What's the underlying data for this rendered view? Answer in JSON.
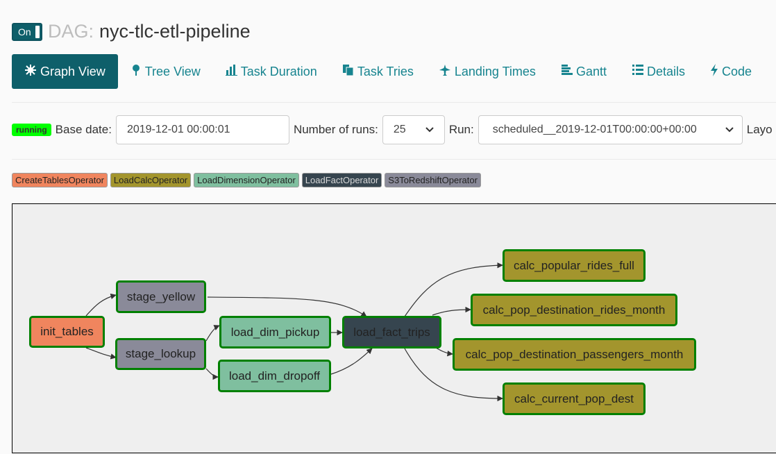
{
  "header": {
    "toggle_label": "On",
    "title_prefix": "DAG:",
    "dag_id": "nyc-tlc-etl-pipeline"
  },
  "tabs": [
    {
      "label": "Graph View",
      "icon": "graph-icon",
      "active": true
    },
    {
      "label": "Tree View",
      "icon": "tree-icon"
    },
    {
      "label": "Task Duration",
      "icon": "bar-chart-icon"
    },
    {
      "label": "Task Tries",
      "icon": "files-icon"
    },
    {
      "label": "Landing Times",
      "icon": "plane-icon"
    },
    {
      "label": "Gantt",
      "icon": "gantt-icon"
    },
    {
      "label": "Details",
      "icon": "list-icon"
    },
    {
      "label": "Code",
      "icon": "bolt-icon"
    }
  ],
  "controls": {
    "state_badge": "running",
    "base_date_label": "Base date:",
    "base_date_value": "2019-12-01 00:00:01",
    "num_runs_label": "Number of runs:",
    "num_runs_value": "25",
    "run_label": "Run:",
    "run_value": "scheduled__2019-12-01T00:00:00+00:00",
    "layout_label": "Layo"
  },
  "legend": [
    {
      "label": "CreateTablesOperator",
      "color": "#f0855e"
    },
    {
      "label": "LoadCalcOperator",
      "color": "#a3952d"
    },
    {
      "label": "LoadDimensionOperator",
      "color": "#7fbf9f"
    },
    {
      "label": "LoadFactOperator",
      "color": "#36454f"
    },
    {
      "label": "S3ToRedshiftOperator",
      "color": "#8a8a99"
    }
  ],
  "graph": {
    "nodes": [
      {
        "id": "init_tables",
        "label": "init_tables",
        "color": "#f0855e"
      },
      {
        "id": "stage_yellow",
        "label": "stage_yellow",
        "color": "#8a8a99"
      },
      {
        "id": "stage_lookup",
        "label": "stage_lookup",
        "color": "#8a8a99"
      },
      {
        "id": "load_dim_pickup",
        "label": "load_dim_pickup",
        "color": "#7fbf9f"
      },
      {
        "id": "load_dim_dropoff",
        "label": "load_dim_dropoff",
        "color": "#7fbf9f"
      },
      {
        "id": "load_fact_trips",
        "label": "load_fact_trips",
        "color": "#36454f"
      },
      {
        "id": "calc_popular_rides_full",
        "label": "calc_popular_rides_full",
        "color": "#a3952d"
      },
      {
        "id": "calc_pop_destination_rides_month",
        "label": "calc_pop_destination_rides_month",
        "color": "#a3952d"
      },
      {
        "id": "calc_pop_destination_passengers_month",
        "label": "calc_pop_destination_passengers_month",
        "color": "#a3952d"
      },
      {
        "id": "calc_current_pop_dest",
        "label": "calc_current_pop_dest",
        "color": "#a3952d"
      }
    ],
    "task_state_border_color": "#008000",
    "edges": [
      [
        "init_tables",
        "stage_yellow"
      ],
      [
        "init_tables",
        "stage_lookup"
      ],
      [
        "stage_yellow",
        "load_fact_trips"
      ],
      [
        "stage_lookup",
        "load_dim_pickup"
      ],
      [
        "stage_lookup",
        "load_dim_dropoff"
      ],
      [
        "load_dim_pickup",
        "load_fact_trips"
      ],
      [
        "load_dim_dropoff",
        "load_fact_trips"
      ],
      [
        "load_fact_trips",
        "calc_popular_rides_full"
      ],
      [
        "load_fact_trips",
        "calc_pop_destination_rides_month"
      ],
      [
        "load_fact_trips",
        "calc_pop_destination_passengers_month"
      ],
      [
        "load_fact_trips",
        "calc_current_pop_dest"
      ]
    ]
  }
}
